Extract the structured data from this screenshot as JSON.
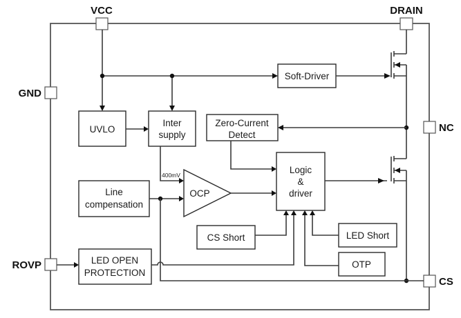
{
  "diagram": {
    "pins": {
      "vcc": "VCC",
      "drain": "DRAIN",
      "gnd": "GND",
      "nc": "NC",
      "rovp": "ROVP",
      "cs": "CS"
    },
    "blocks": {
      "uvlo": [
        "UVLO"
      ],
      "inter_supply": [
        "Inter",
        "supply"
      ],
      "soft_driver": [
        "Soft-Driver"
      ],
      "zero_current_detect": [
        "Zero-Current",
        "Detect"
      ],
      "logic_driver": [
        "Logic",
        "&",
        "driver"
      ],
      "line_compensation": [
        "Line",
        "compensation"
      ],
      "ocp": [
        "OCP"
      ],
      "cs_short": [
        "CS Short"
      ],
      "led_short": [
        "LED Short"
      ],
      "otp": [
        "OTP"
      ],
      "led_open_protection": [
        "LED OPEN",
        "PROTECTION"
      ]
    },
    "annotations": {
      "ocp_reference": "400mV"
    },
    "components": [
      "mosfet-upper",
      "mosfet-lower"
    ]
  }
}
